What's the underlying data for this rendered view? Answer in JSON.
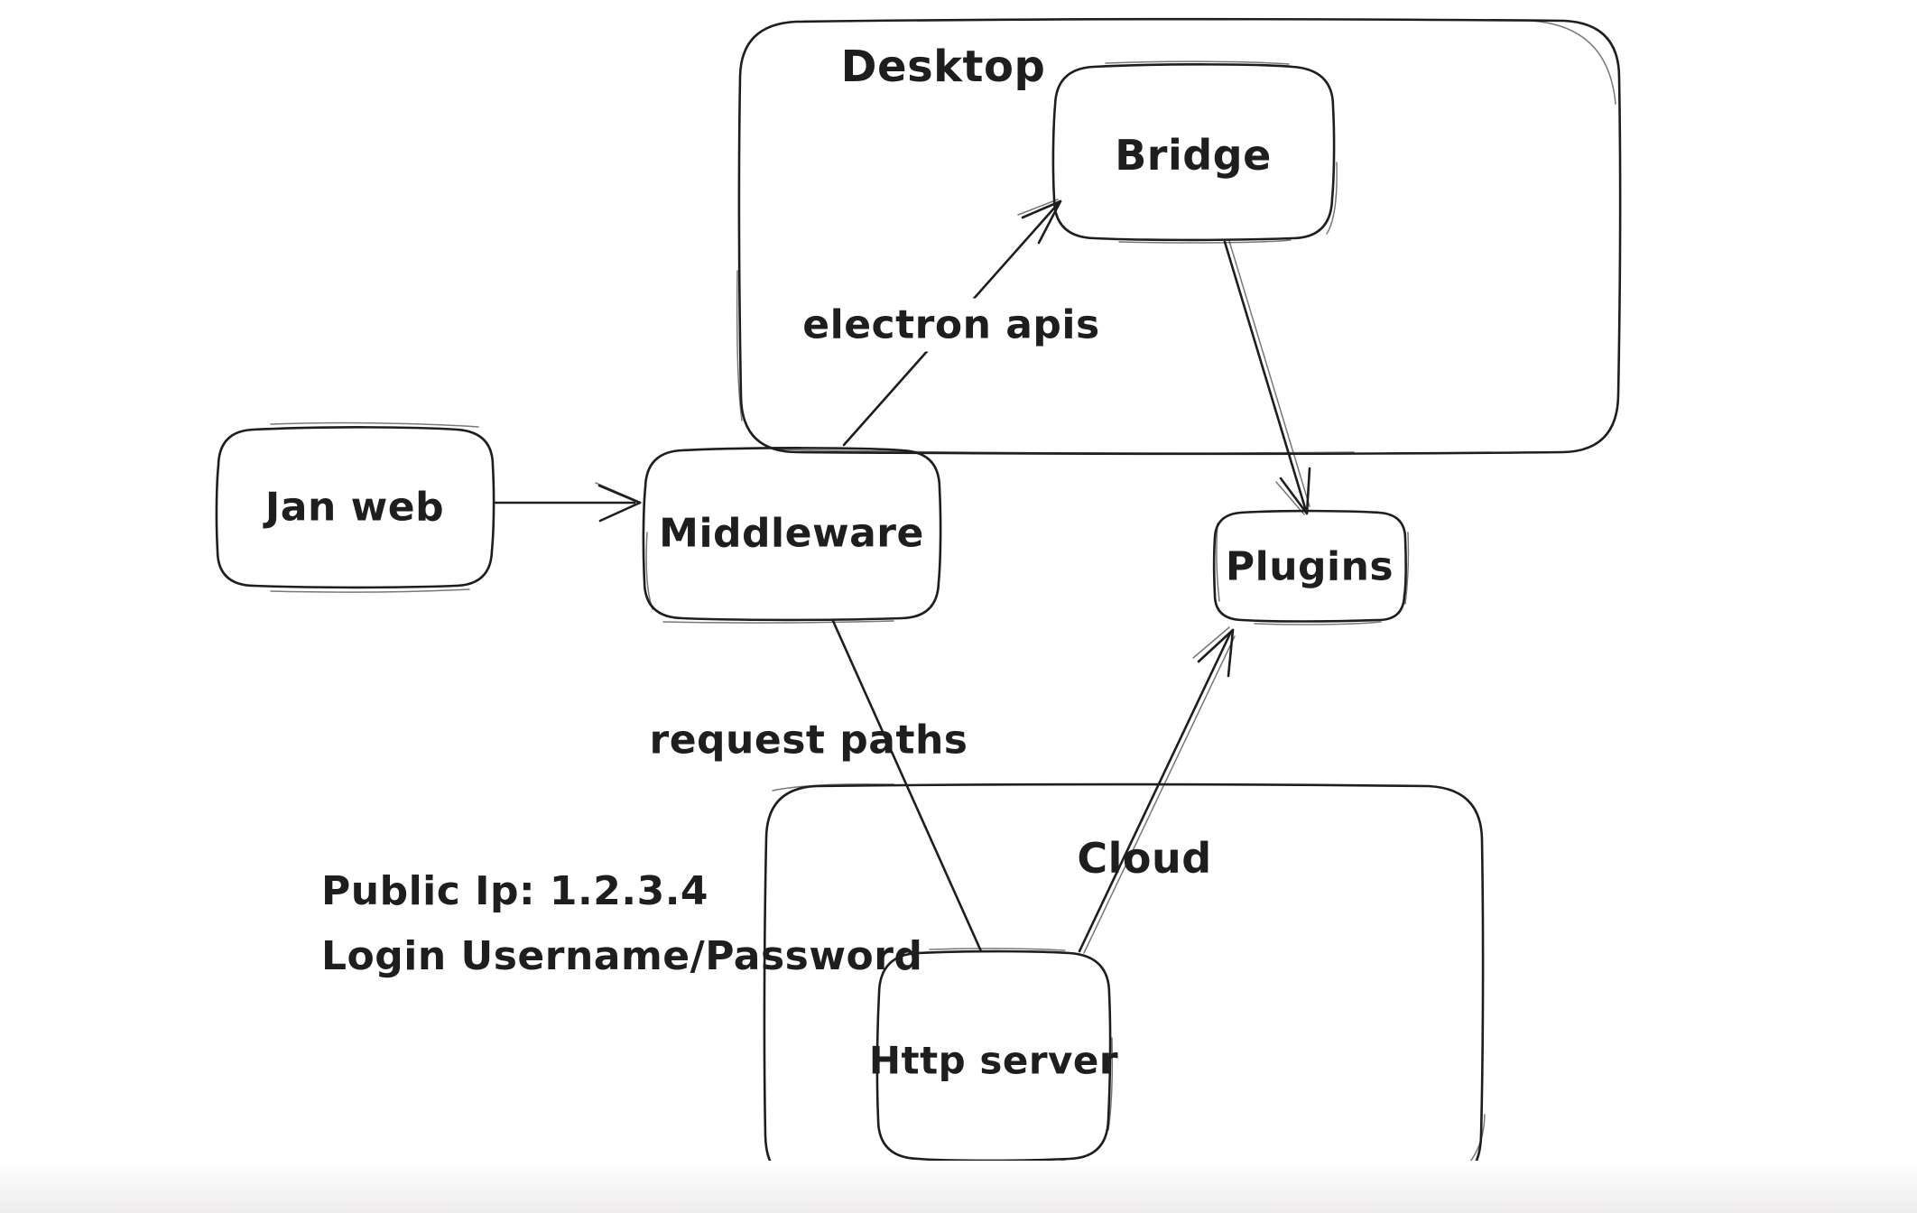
{
  "app": {
    "background": "#ffffff",
    "ink_color": "#1e1e1e"
  },
  "containers": {
    "desktop": {
      "label": "Desktop"
    },
    "cloud": {
      "label": "Cloud"
    }
  },
  "nodes": {
    "jan_web": {
      "label": "Jan web"
    },
    "middleware": {
      "label": "Middleware"
    },
    "bridge": {
      "label": "Bridge"
    },
    "plugins": {
      "label": "Plugins"
    },
    "http_server": {
      "label": "Http server"
    }
  },
  "edge_labels": {
    "middleware_to_bridge": "electron apis",
    "middleware_to_http_server": "request paths"
  },
  "edges": [
    {
      "from": "jan_web",
      "to": "middleware",
      "label": ""
    },
    {
      "from": "middleware",
      "to": "bridge",
      "label": "electron apis"
    },
    {
      "from": "bridge",
      "to": "plugins",
      "label": ""
    },
    {
      "from": "middleware",
      "to": "http_server",
      "label": "request paths"
    },
    {
      "from": "http_server",
      "to": "plugins",
      "label": ""
    }
  ],
  "note": {
    "line1": "Public Ip: 1.2.3.4",
    "line2": "Login Username/Password"
  }
}
